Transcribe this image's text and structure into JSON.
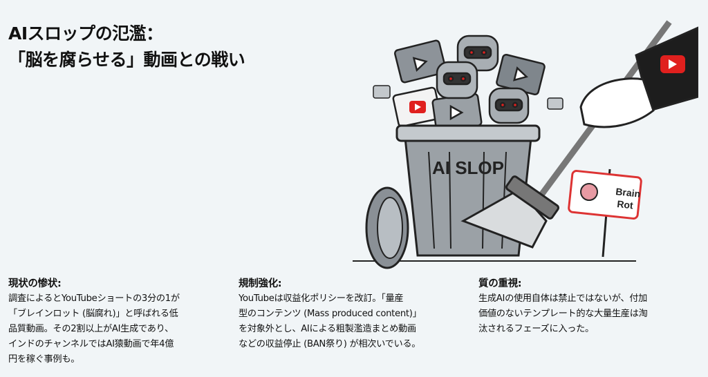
{
  "title": {
    "line1": "AIスロップの氾濫：",
    "line2": "「脳を腐らせる」動画との戦い"
  },
  "illustration": {
    "trash_label": "AI SLOP",
    "sign_label": "Brain Rot"
  },
  "sections": [
    {
      "heading": "現状の惨状:",
      "body": "調査によるとYouTubeショートの3分の1が\n「ブレインロット (脳腐れ)」と呼ばれる低\n品質動画。その2割以上がAI生成であり、\nインドのチャンネルではAI猿動画で年4億\n円を稼ぐ事例も。"
    },
    {
      "heading": "規制強化:",
      "body": "YouTubeは収益化ポリシーを改訂。「量産\n型のコンテンツ (Mass produced content)」\nを対象外とし、AIによる粗製濫造まとめ動画\nなどの収益停止 (BAN祭り) が相次いでいる。"
    },
    {
      "heading": "質の重視:",
      "body": "生成AIの使用自体は禁止ではないが、付加\n価値のないテンプレート的な大量生産は淘\n汰されるフェーズに入った。"
    }
  ],
  "colors": {
    "youtube_red": "#e0201e",
    "background": "#f1f5f7"
  }
}
